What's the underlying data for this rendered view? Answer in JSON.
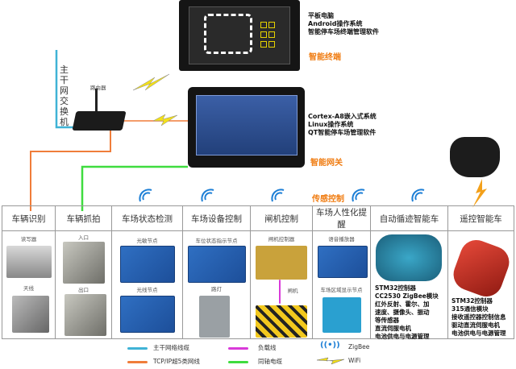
{
  "switch_label": "主干网交换机",
  "router_label": "路由器",
  "terminal": {
    "desc": [
      "平板电脑",
      "Android操作系统",
      "智能停车场终端管理软件"
    ],
    "title": "智能终端"
  },
  "gateway": {
    "desc": [
      "Cortex-A8嵌入式系统",
      "Linux操作系统",
      "QT智能停车场管理软件"
    ],
    "title": "智能网关"
  },
  "sensor_control": "传感控制",
  "columns": [
    {
      "header": "车辆识别",
      "labels": [
        "读写器",
        "天线"
      ]
    },
    {
      "header": "车辆抓拍",
      "labels": [
        "入口",
        "出口"
      ]
    },
    {
      "header": "车场状态检测",
      "labels": [
        "光敏节点",
        "光线节点"
      ]
    },
    {
      "header": "车场设备控制",
      "labels": [
        "车位状态指示节点",
        "路灯"
      ]
    },
    {
      "header": "闸机控制",
      "labels": [
        "闸机控制器",
        "闸机"
      ]
    },
    {
      "header": "车场人性化提醒",
      "labels": [
        "语音播放器",
        "车场区域显示节点"
      ]
    },
    {
      "header": "自动循迹智能车",
      "notes": [
        "STM32控制器",
        "CC2530 ZigBee模块",
        "红外反射、霍尔、加",
        "速度、摄像头、振动",
        "等传感器",
        "直流伺服电机",
        "电池供电与电源管理"
      ]
    },
    {
      "header": "遥控智能车",
      "notes": [
        "STM32控制器",
        "315通信模块",
        "接收遥控器控制信息",
        "驱动直流伺服电机",
        "电池供电与电源管理"
      ]
    }
  ],
  "legend": [
    {
      "label": "主干网络线缆",
      "color": "#3fb3d6"
    },
    {
      "label": "TCP/IP超5类网线",
      "color": "#f07d3a"
    },
    {
      "label": "负载线",
      "color": "#d93ad9"
    },
    {
      "label": "同轴电缆",
      "color": "#3fdc3f"
    },
    {
      "label": "ZigBee",
      "icon": "zigbee-icon"
    },
    {
      "label": "WiFi",
      "icon": "wifi-bolt-icon"
    }
  ]
}
